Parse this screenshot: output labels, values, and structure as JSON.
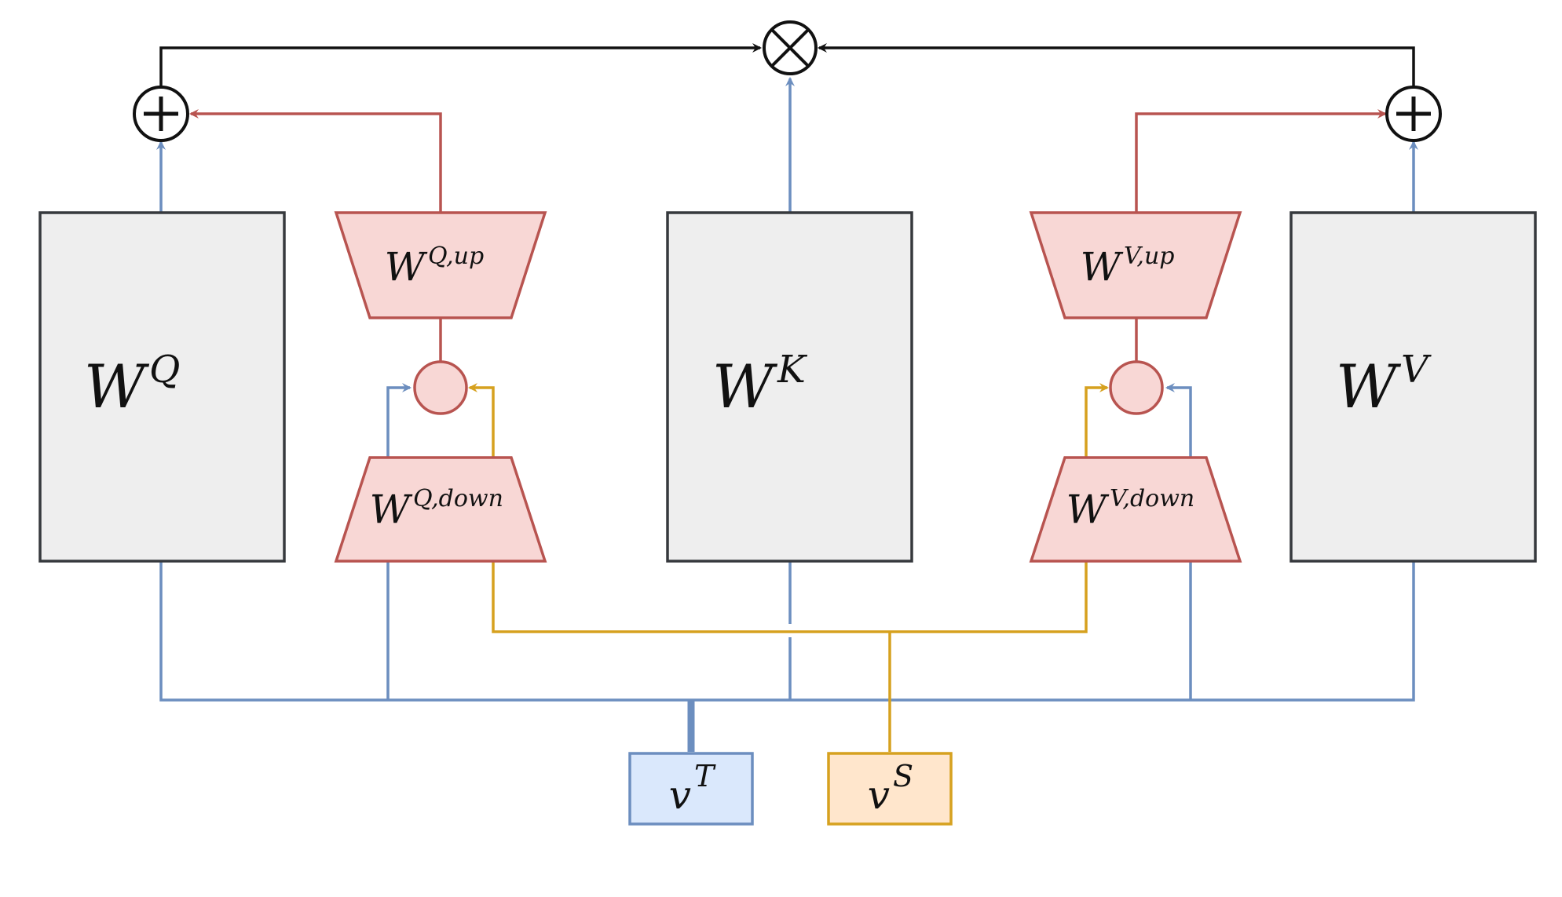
{
  "diagram": {
    "title": "",
    "nodes": {
      "wq": {
        "base": "W",
        "sup": "Q"
      },
      "wk": {
        "base": "W",
        "sup": "K"
      },
      "wv": {
        "base": "W",
        "sup": "V"
      },
      "wq_up": {
        "base": "W",
        "sup": "Q,up"
      },
      "wq_down": {
        "base": "W",
        "sup": "Q,down"
      },
      "wv_up": {
        "base": "W",
        "sup": "V,up"
      },
      "wv_down": {
        "base": "W",
        "sup": "V,down"
      },
      "vt": {
        "base": "v",
        "sup": "T"
      },
      "vs": {
        "base": "v",
        "sup": "S"
      }
    },
    "operators": {
      "add": "+",
      "multiply": "×"
    }
  },
  "colors": {
    "blue": "#6c8ebf",
    "gold": "#d6a11f",
    "red": "#b85450",
    "black": "#111111",
    "gray_fill": "#eeeeee",
    "red_fill": "#f8d7d5",
    "blue_fill": "#dae8fc",
    "gold_fill": "#ffe6cc"
  }
}
